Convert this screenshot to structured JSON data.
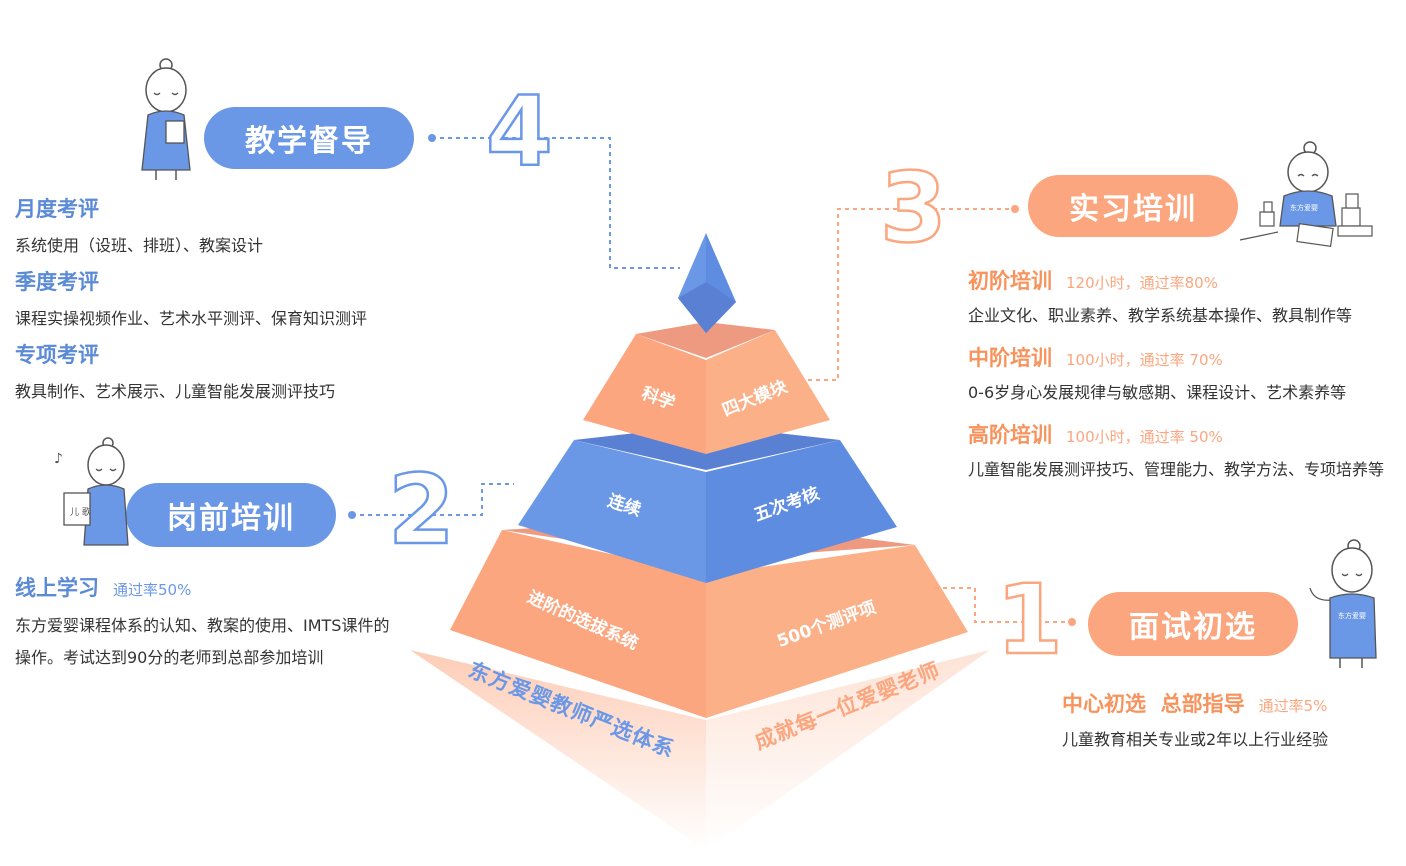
{
  "colors": {
    "blue": "#6b98e6",
    "orange": "#fba67f",
    "dark_orange": "#f7935d"
  },
  "steps": {
    "s4": {
      "number": "4",
      "title": "教学督导"
    },
    "s3": {
      "number": "3",
      "title": "实习培训"
    },
    "s2": {
      "number": "2",
      "title": "岗前培训"
    },
    "s1": {
      "number": "1",
      "title": "面试初选"
    }
  },
  "supervision": [
    {
      "title": "月度考评",
      "desc": "系统使用（设班、排班）、教案设计"
    },
    {
      "title": "季度考评",
      "desc": "课程实操视频作业、艺术水平测评、保育知识测评"
    },
    {
      "title": "专项考评",
      "desc": "教具制作、艺术展示、儿童智能发展测评技巧"
    }
  ],
  "pretraining": {
    "title": "线上学习",
    "rate": "通过率50%",
    "desc_line1": "东方爱婴课程体系的认知、教案的使用、IMTS课件的",
    "desc_line2": "操作。考试达到90分的老师到总部参加培训"
  },
  "internship": [
    {
      "title": "初阶培训",
      "meta": "120小时，通过率80%",
      "desc": "企业文化、职业素养、教学系统基本操作、教具制作等"
    },
    {
      "title": "中阶培训",
      "meta": "100小时，通过率 70%",
      "desc": "0-6岁身心发展规律与敏感期、课程设计、艺术素养等"
    },
    {
      "title": "高阶培训",
      "meta": "100小时，通过率 50%",
      "desc": "儿童智能发展测评技巧、管理能力、教学方法、专项培养等"
    }
  ],
  "interview": {
    "title": "中心初选  总部指导",
    "rate": "通过率5%",
    "desc": "儿童教育相关专业或2年以上行业经验"
  },
  "pyramid": {
    "l2_left": "科学",
    "l2_right": "四大模块",
    "l3_left": "连续",
    "l3_right": "五次考核",
    "l4_left": "进阶的选拔系统",
    "l4_right": "500个测评项",
    "base_left": "东方爱婴教师严选体系",
    "base_right": "成就每一位爱婴老师"
  },
  "badge_text": {
    "shirt": "东方爱婴",
    "paper": "儿 歌"
  }
}
